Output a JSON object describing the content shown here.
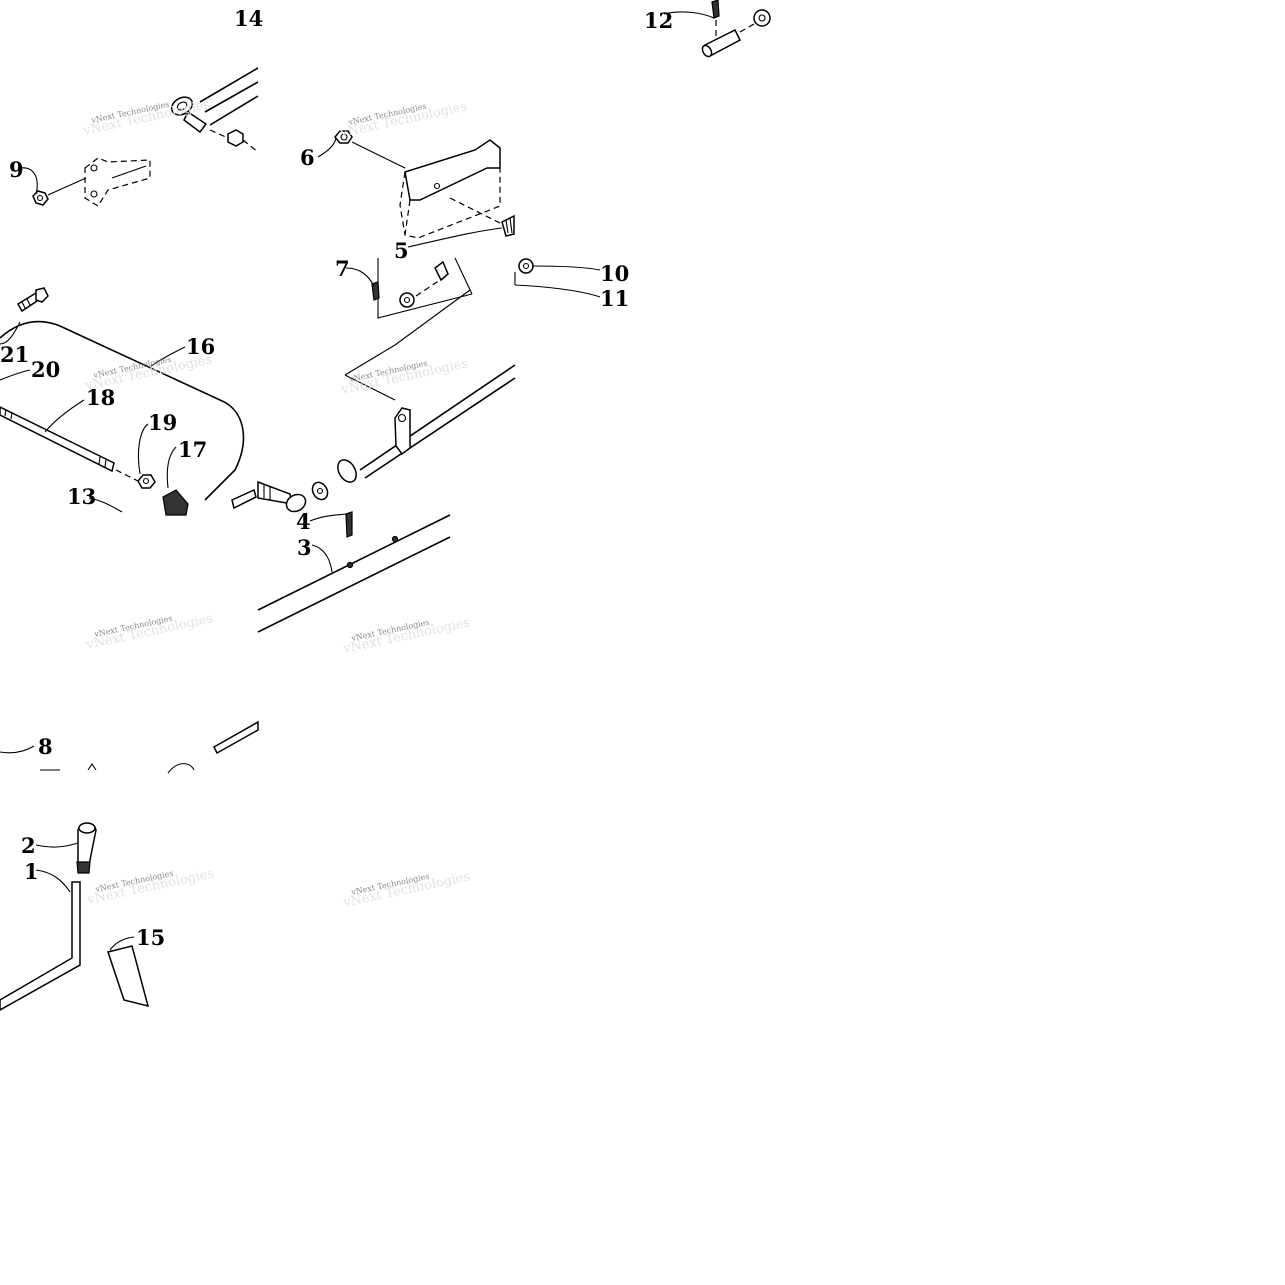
{
  "watermark": {
    "text": "vNext Technologies"
  },
  "callouts": [
    {
      "id": "c1",
      "text": "1"
    },
    {
      "id": "c2",
      "text": "2"
    },
    {
      "id": "c3",
      "text": "3"
    },
    {
      "id": "c4",
      "text": "4"
    },
    {
      "id": "c5",
      "text": "5"
    },
    {
      "id": "c6",
      "text": "6"
    },
    {
      "id": "c7",
      "text": "7"
    },
    {
      "id": "c8",
      "text": "8"
    },
    {
      "id": "c9",
      "text": "9"
    },
    {
      "id": "c10",
      "text": "10"
    },
    {
      "id": "c11",
      "text": "11"
    },
    {
      "id": "c12",
      "text": "12"
    },
    {
      "id": "c13",
      "text": "13"
    },
    {
      "id": "c14",
      "text": "14"
    },
    {
      "id": "c15",
      "text": "15"
    },
    {
      "id": "c16",
      "text": "16"
    },
    {
      "id": "c17",
      "text": "17"
    },
    {
      "id": "c18",
      "text": "18"
    },
    {
      "id": "c19",
      "text": "19"
    },
    {
      "id": "c20",
      "text": "20"
    },
    {
      "id": "c21",
      "text": "21"
    }
  ]
}
